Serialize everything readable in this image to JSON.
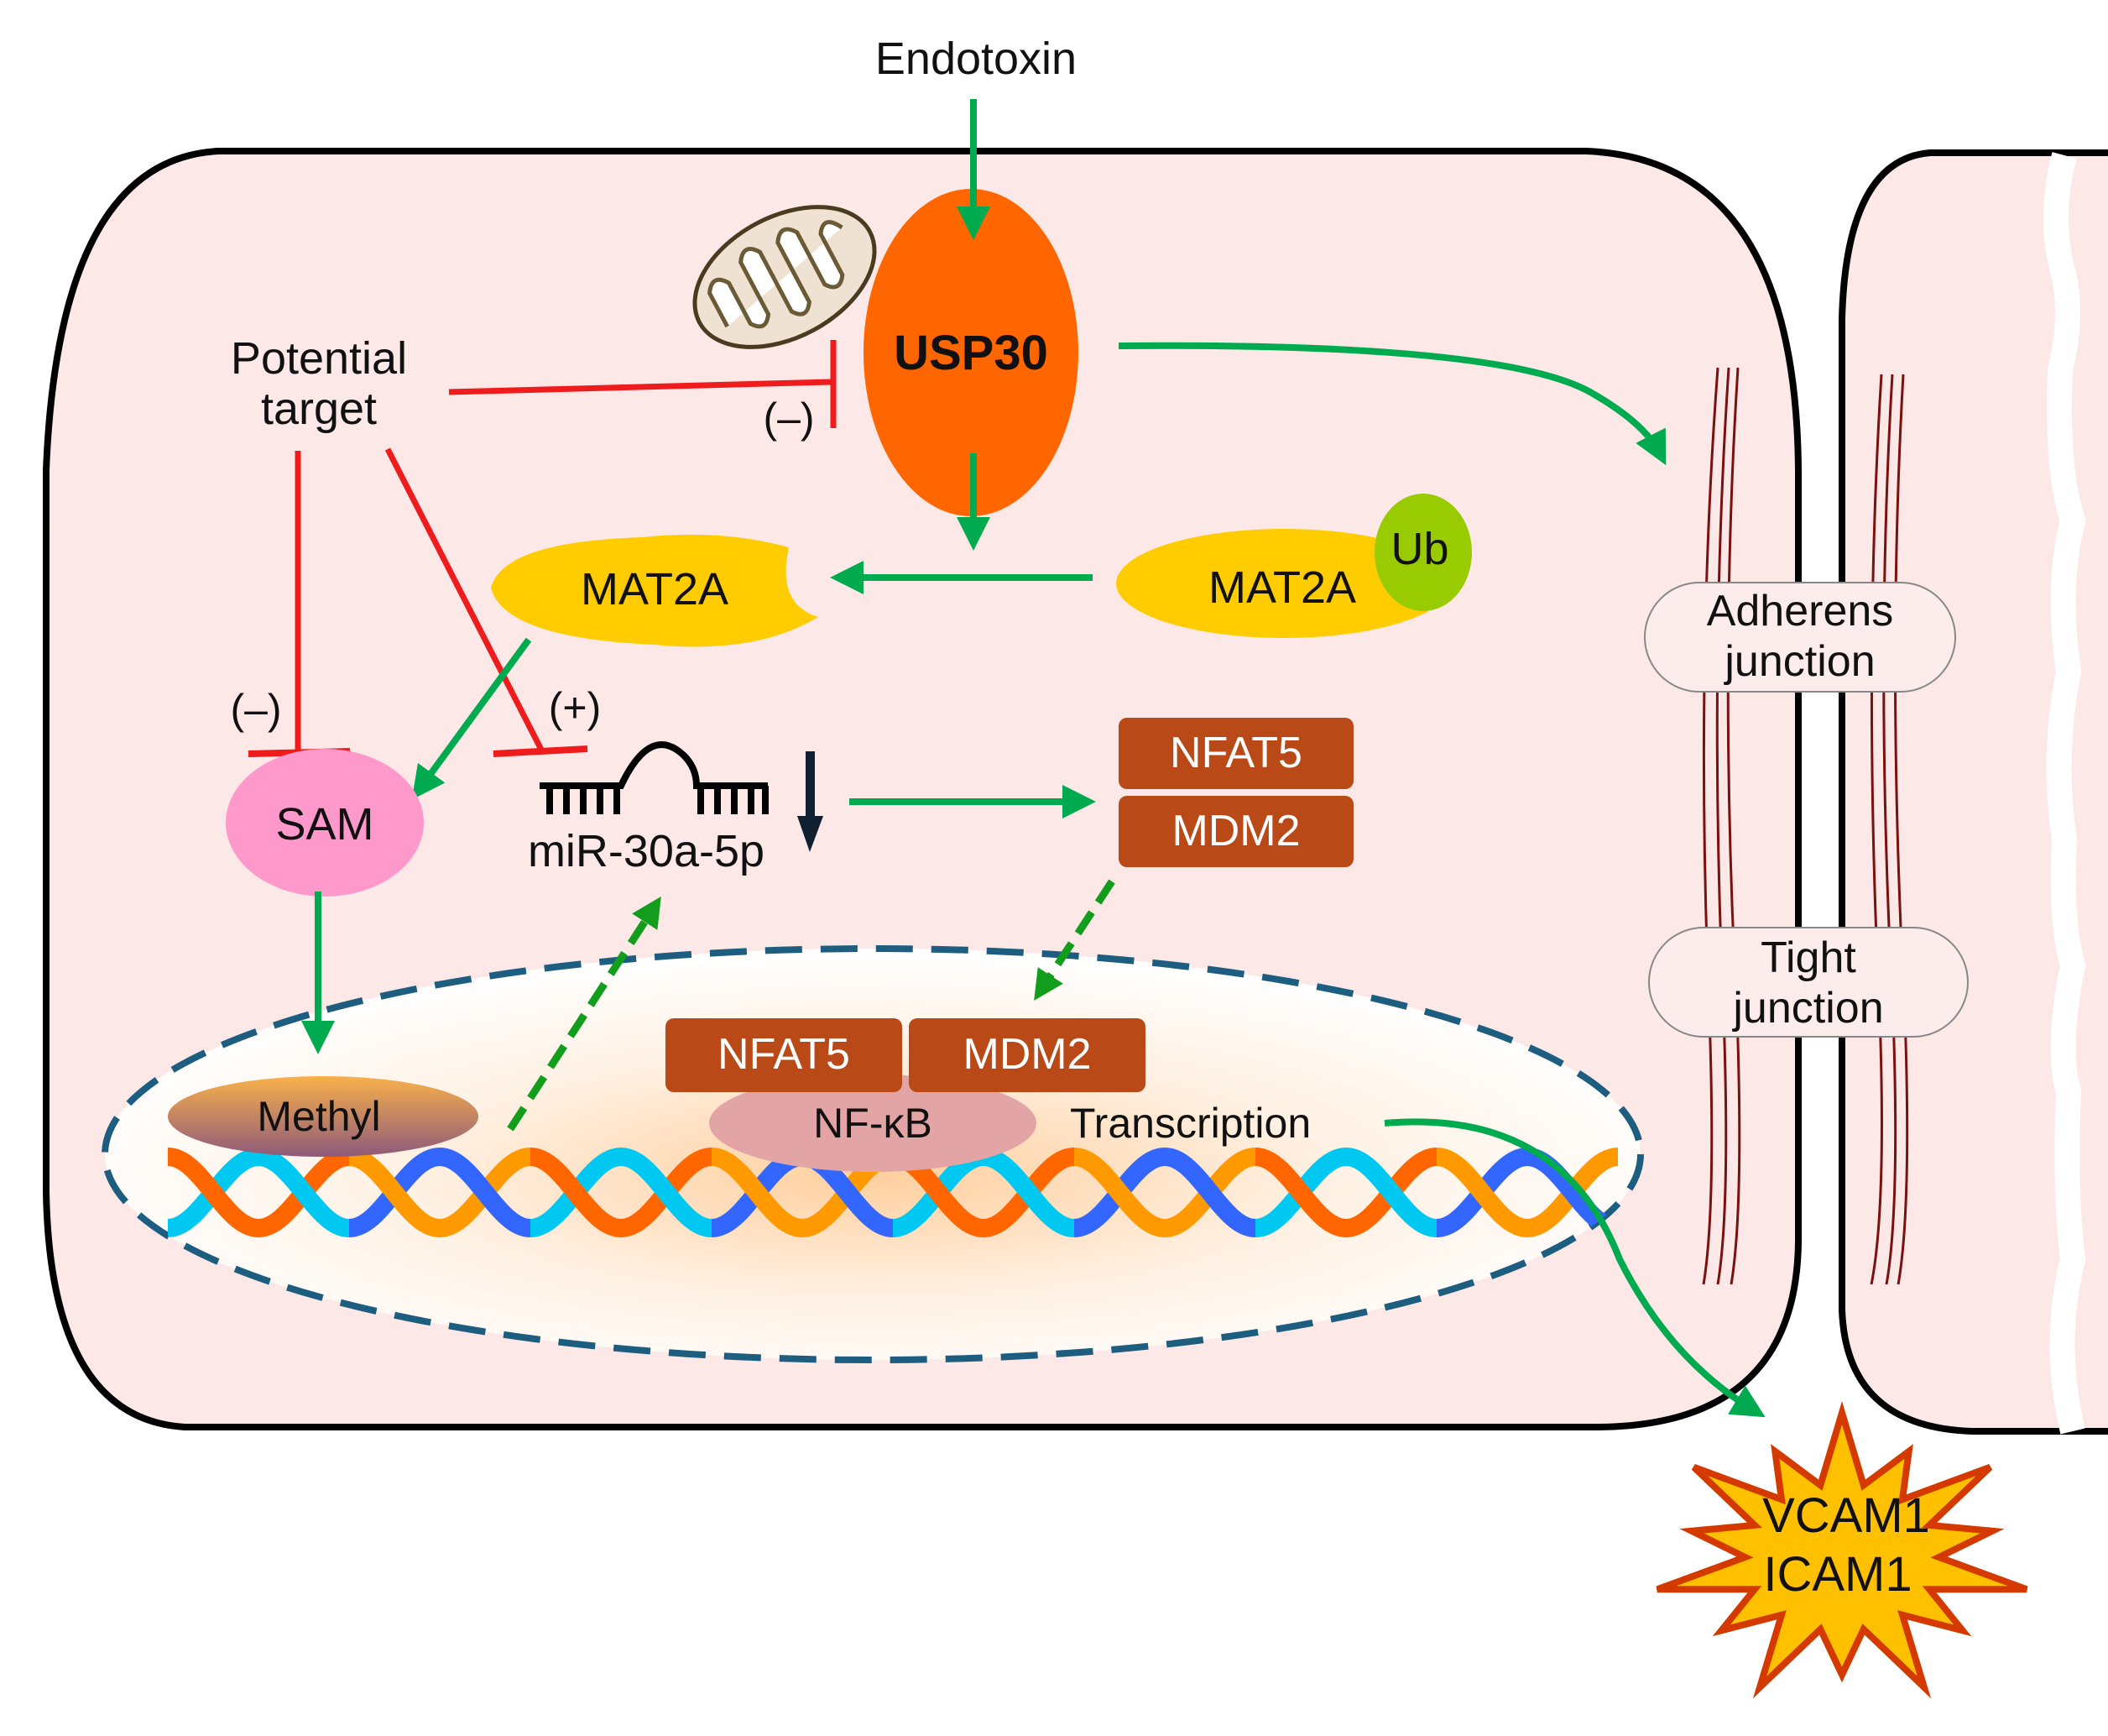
{
  "title": "USP30 / MAT2A / SAM / miR-30a-5p signaling in endothelial cells under endotoxin",
  "colors": {
    "cytoplasm": "#fde8e8",
    "activation_arrow": "#00aa4f",
    "inhibition_line": "#ee1c1c",
    "usp30": "#ff6600",
    "mat2a": "#ffcc00",
    "ub": "#99cc00",
    "sam": "#ff99cc",
    "complex_box": "#b94a17",
    "nfkb": "#e3a4a6",
    "nucleus_border": "#1d5d80",
    "junction_fibers": "#7a1010",
    "burst_fill": "#ffc000",
    "burst_stroke": "#d43a00"
  },
  "labels": {
    "endotoxin": "Endotoxin",
    "usp30": "USP30",
    "potential_target_line1": "Potential",
    "potential_target_line2": "target",
    "minus_usp30": "(–)",
    "minus_sam": "(–)",
    "plus_mir": "(+)",
    "mat2a_free": "MAT2A",
    "mat2a_ub": "MAT2A",
    "ub": "Ub",
    "sam": "SAM",
    "mir": "miR-30a-5p",
    "nfat5_cyto": "NFAT5",
    "mdm2_cyto": "MDM2",
    "nfat5_nuc": "NFAT5",
    "mdm2_nuc": "MDM2",
    "nfkb": "NF-κB",
    "methyl": "Methyl",
    "transcription": "Transcription",
    "adherens_line1": "Adherens",
    "adherens_line2": "junction",
    "tight_line1": "Tight",
    "tight_line2": "junction",
    "vcam1": "VCAM1",
    "icam1": "ICAM1"
  },
  "relations": [
    {
      "from": "Endotoxin",
      "to": "USP30",
      "type": "activation"
    },
    {
      "from": "USP30",
      "to": "Adherens junction",
      "type": "activation"
    },
    {
      "from": "USP30",
      "to": "MAT2A deubiquitination",
      "type": "activation"
    },
    {
      "from": "MAT2A-Ub",
      "to": "MAT2A",
      "type": "activation"
    },
    {
      "from": "MAT2A",
      "to": "SAM",
      "type": "activation"
    },
    {
      "from": "Potential target",
      "to": "USP30",
      "type": "inhibition",
      "sign": "(–)"
    },
    {
      "from": "Potential target",
      "to": "SAM",
      "type": "inhibition",
      "sign": "(–)"
    },
    {
      "from": "Potential target",
      "to": "miR-30a-5p",
      "type": "inhibition",
      "sign": "(+)"
    },
    {
      "from": "SAM",
      "to": "Methyl",
      "type": "activation"
    },
    {
      "from": "Methyl/DNA",
      "to": "miR-30a-5p",
      "type": "activation-dashed"
    },
    {
      "from": "miR-30a-5p (decreased)",
      "to": "NFAT5/MDM2",
      "type": "activation"
    },
    {
      "from": "NFAT5/MDM2",
      "to": "nuclear NFAT5/MDM2/NF-κB",
      "type": "activation-dashed"
    },
    {
      "from": "Transcription",
      "to": "VCAM1/ICAM1",
      "type": "activation"
    }
  ]
}
